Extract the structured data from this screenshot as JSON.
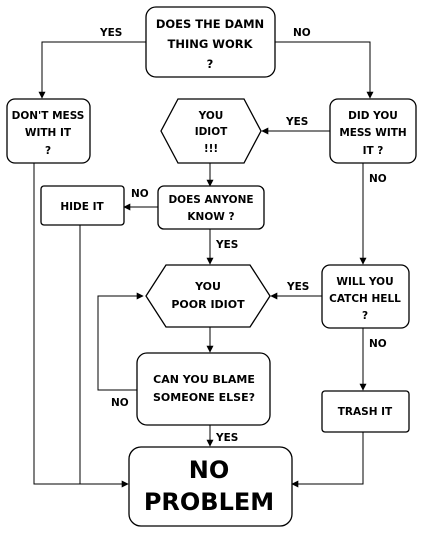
{
  "nodes": {
    "works": [
      "DOES THE DAMN",
      "THING WORK",
      "?"
    ],
    "dontmess": [
      "DON'T MESS",
      "WITH IT",
      "?"
    ],
    "idiot": [
      "YOU",
      "IDIOT",
      "!!!"
    ],
    "messed": [
      "DID YOU",
      "MESS WITH",
      "IT ?"
    ],
    "hide": [
      "HIDE IT"
    ],
    "anyone": [
      "DOES ANYONE",
      "KNOW ?"
    ],
    "poor": [
      "YOU",
      "POOR IDIOT"
    ],
    "catch": [
      "WILL YOU",
      "CATCH HELL",
      "?"
    ],
    "blame": [
      "CAN YOU BLAME",
      "SOMEONE ELSE?"
    ],
    "trash": [
      "TRASH IT"
    ],
    "noprob": [
      "NO",
      "PROBLEM"
    ]
  },
  "edge_labels": {
    "works_yes": "YES",
    "works_no": "NO",
    "messed_yes": "YES",
    "messed_no": "NO",
    "anyone_no": "NO",
    "anyone_yes": "YES",
    "catch_yes": "YES",
    "catch_no": "NO",
    "blame_no": "NO",
    "blame_yes": "YES"
  }
}
